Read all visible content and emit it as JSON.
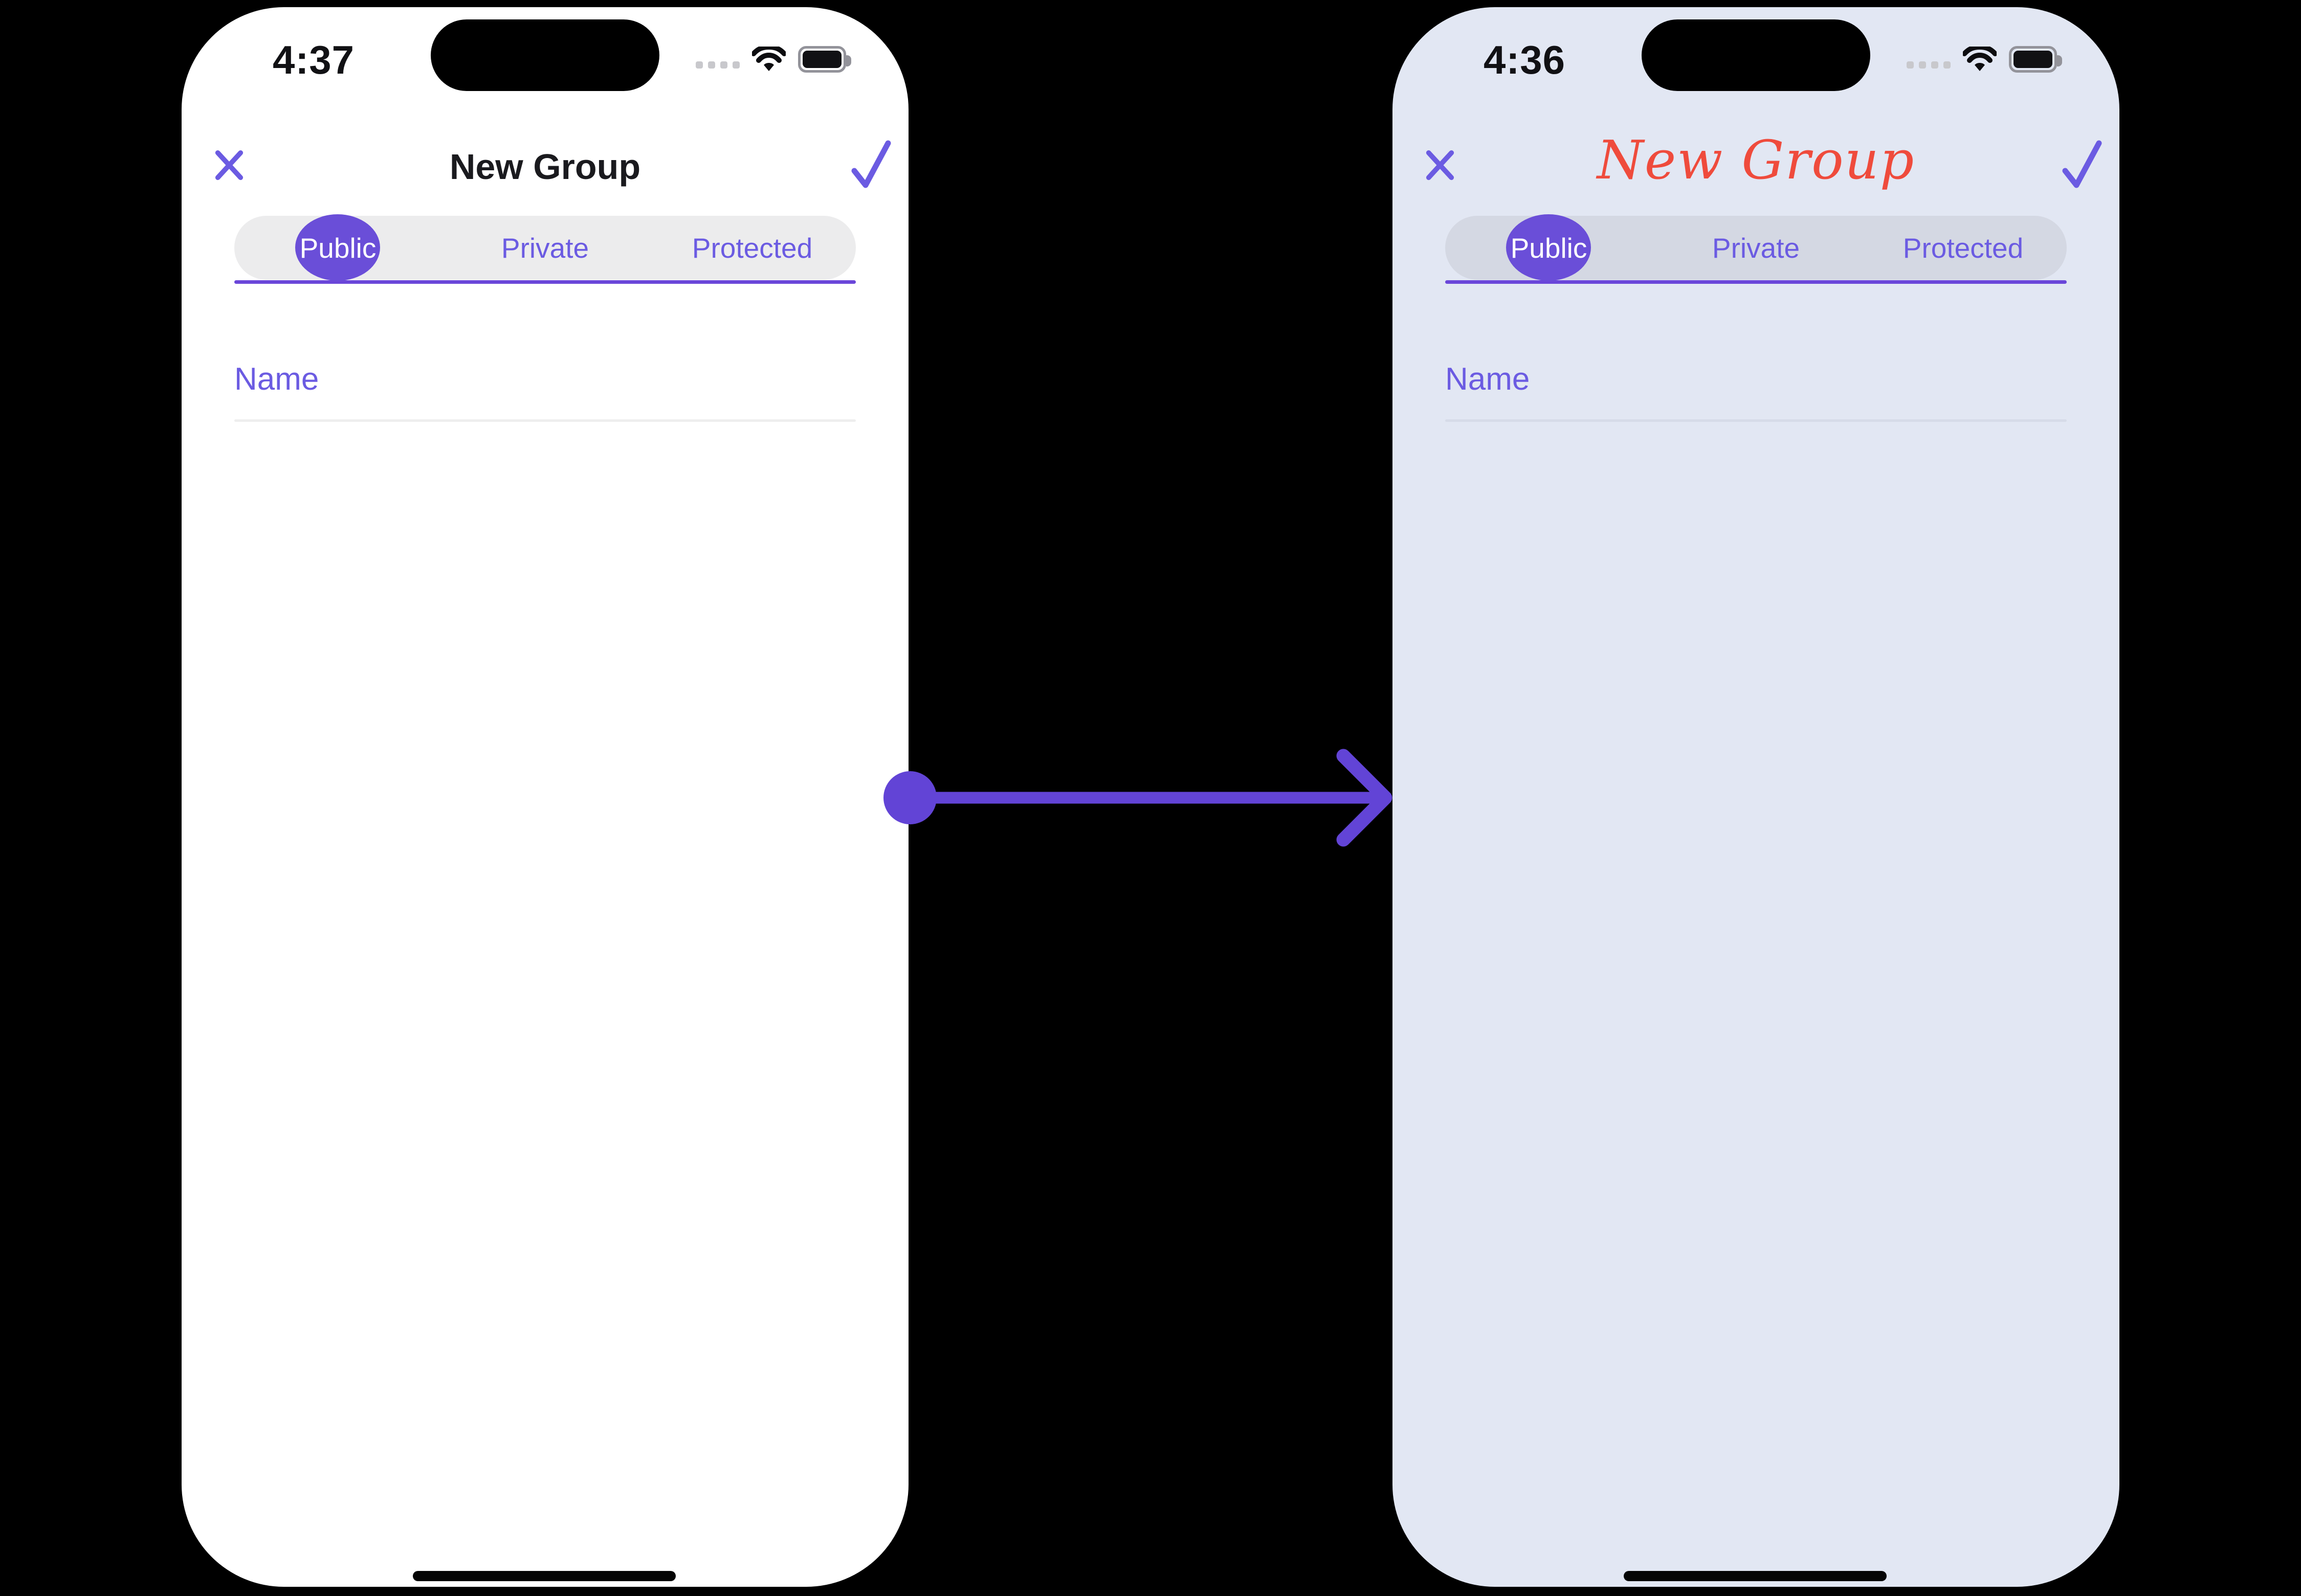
{
  "colors": {
    "accent": "#6b5be2",
    "accent-deep": "#6a4ed8",
    "underline": "#6a46d9",
    "arrow": "#6244d6",
    "title-red": "#ef4b3c",
    "canvas-bg": "#000000",
    "left-phone-bg": "#ffffff",
    "right-phone-bg": "#e2e7f3",
    "left-pill": "#ececed",
    "right-pill": "#d4d8e3",
    "left-field-line": "#eeeeee",
    "right-field-line": "#d6dbe8",
    "status-dot": "#c8c8cc",
    "battery-frame": "#93939a",
    "ink": "#111114"
  },
  "icons": {
    "close": "close-icon",
    "confirm": "checkmark-icon",
    "cellular": "cellular-dots-icon",
    "wifi": "wifi-icon",
    "battery": "battery-full-icon",
    "arrow": "right-arrow-icon"
  },
  "left": {
    "status": {
      "time": "4:37"
    },
    "header": {
      "title": "New Group"
    },
    "tabs": [
      {
        "label": "Public",
        "selected": true
      },
      {
        "label": "Private",
        "selected": false
      },
      {
        "label": "Protected",
        "selected": false
      }
    ],
    "form": {
      "name_label": "Name",
      "name_value": ""
    }
  },
  "right": {
    "status": {
      "time": "4:36"
    },
    "header": {
      "title": "New Group",
      "title_style": "red-script"
    },
    "tabs": [
      {
        "label": "Public",
        "selected": true
      },
      {
        "label": "Private",
        "selected": false
      },
      {
        "label": "Protected",
        "selected": false
      }
    ],
    "form": {
      "name_label": "Name",
      "name_value": ""
    }
  }
}
